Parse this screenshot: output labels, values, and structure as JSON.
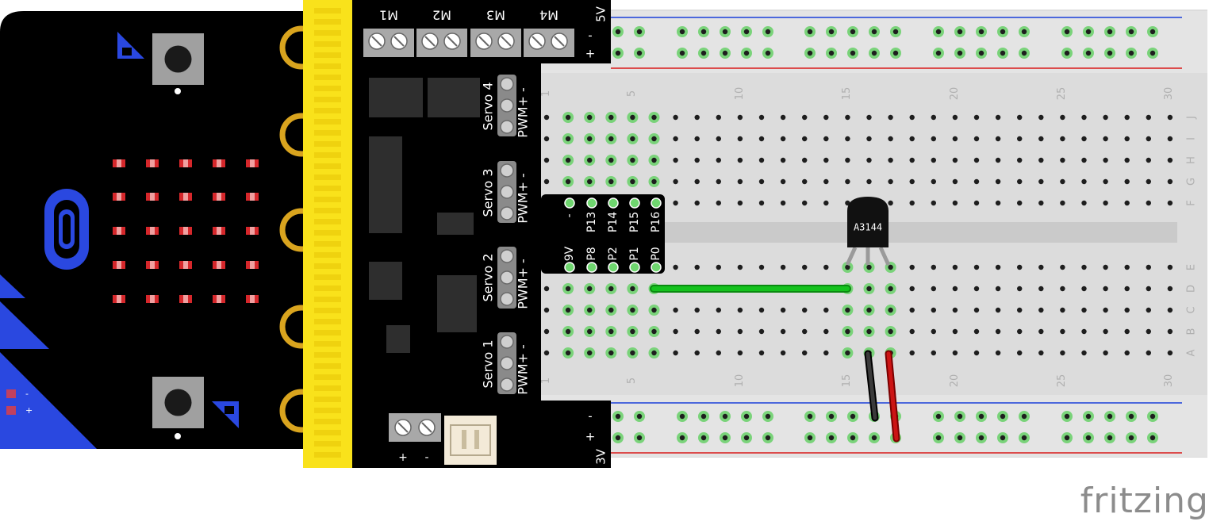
{
  "motor_labels": [
    "M1",
    "M2",
    "M3",
    "M4"
  ],
  "rail_labels": {
    "top_power": "5V",
    "bottom_power": "3V",
    "minus": "-",
    "plus": "+"
  },
  "servos": [
    {
      "name": "Servo 4",
      "pins": "PWM+ -"
    },
    {
      "name": "Servo 3",
      "pins": "PWM+ -"
    },
    {
      "name": "Servo 2",
      "pins": "PWM+ -"
    },
    {
      "name": "Servo 1",
      "pins": "PWM+ -"
    }
  ],
  "header_pins": {
    "top": [
      "-",
      "P13",
      "P14",
      "P15",
      "P16"
    ],
    "bottom": [
      "9V",
      "P8",
      "P2",
      "P1",
      "P0"
    ]
  },
  "battery_terminal": {
    "plus": "+",
    "minus": "-"
  },
  "sensor_label": "A3144",
  "breadboard": {
    "column_numbers": [
      "1",
      "5",
      "10",
      "15",
      "20",
      "25",
      "30"
    ],
    "row_letters_top": [
      "J",
      "I",
      "H",
      "G",
      "F"
    ],
    "row_letters_bottom": [
      "E",
      "D",
      "C",
      "B",
      "A"
    ]
  },
  "microbit_edge_labels": {
    "minus": "-",
    "plus": "+"
  },
  "watermark": "fritzing",
  "colors": {
    "board": "#000000",
    "yellow_edge": "#f9e21b",
    "gold_pad": "#d9a41e",
    "led": "#d6272b",
    "blue_accent": "#2a48e0",
    "wire_green": "#14c21d",
    "wire_black": "#222222",
    "wire_red": "#cc1414",
    "rail_blue": "#1a3fd9",
    "rail_red": "#d91a1a",
    "breadboard": "#dedede",
    "hole_active": "#7ad37a"
  }
}
